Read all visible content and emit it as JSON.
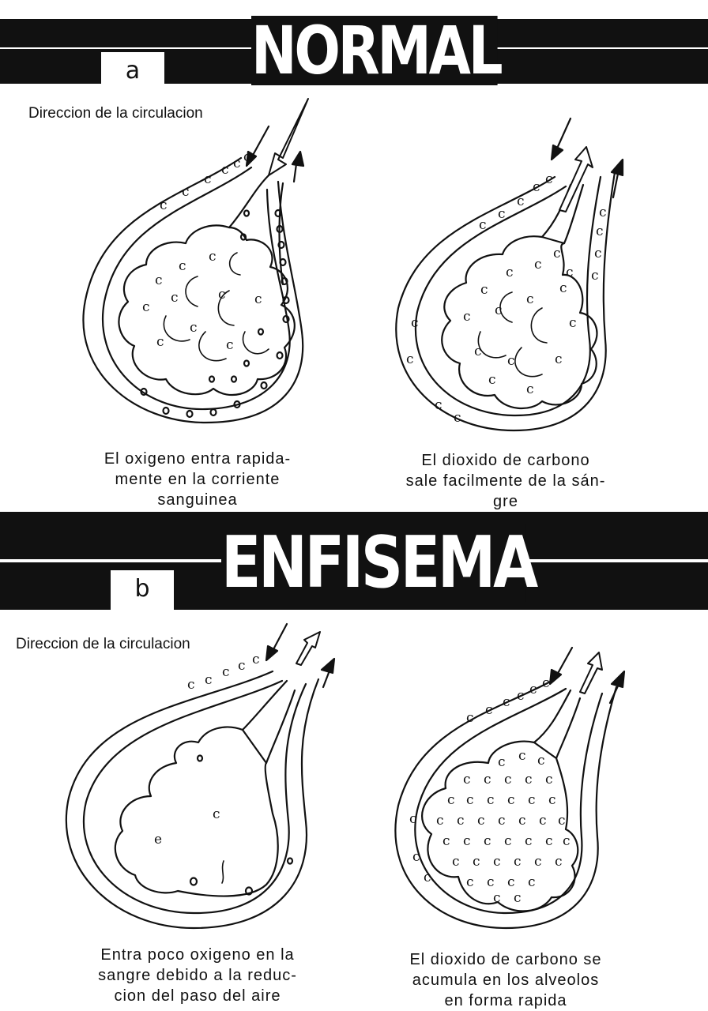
{
  "section_a": {
    "title": "NORMAL",
    "letter": "a",
    "flow_label": "Direccion de la circulacion",
    "left_caption": [
      "El oxigeno entra rapida-",
      "mente en la corriente",
      "sanguinea"
    ],
    "right_caption": [
      "El dioxido de carbono",
      "sale facilmente de la sán-",
      "gre"
    ]
  },
  "section_b": {
    "title": "ENFISEMA",
    "letter": "b",
    "flow_label": "Direccion de la circulacion",
    "left_caption": [
      "Entra poco oxigeno en la",
      "sangre debido a la reduc-",
      "cion del paso del aire"
    ],
    "right_caption": [
      "El dioxido de carbono se",
      "acumula en los alveolos",
      "en forma rapida"
    ]
  },
  "symbols": {
    "oxygen": "o",
    "carbon_dioxide": "c"
  }
}
